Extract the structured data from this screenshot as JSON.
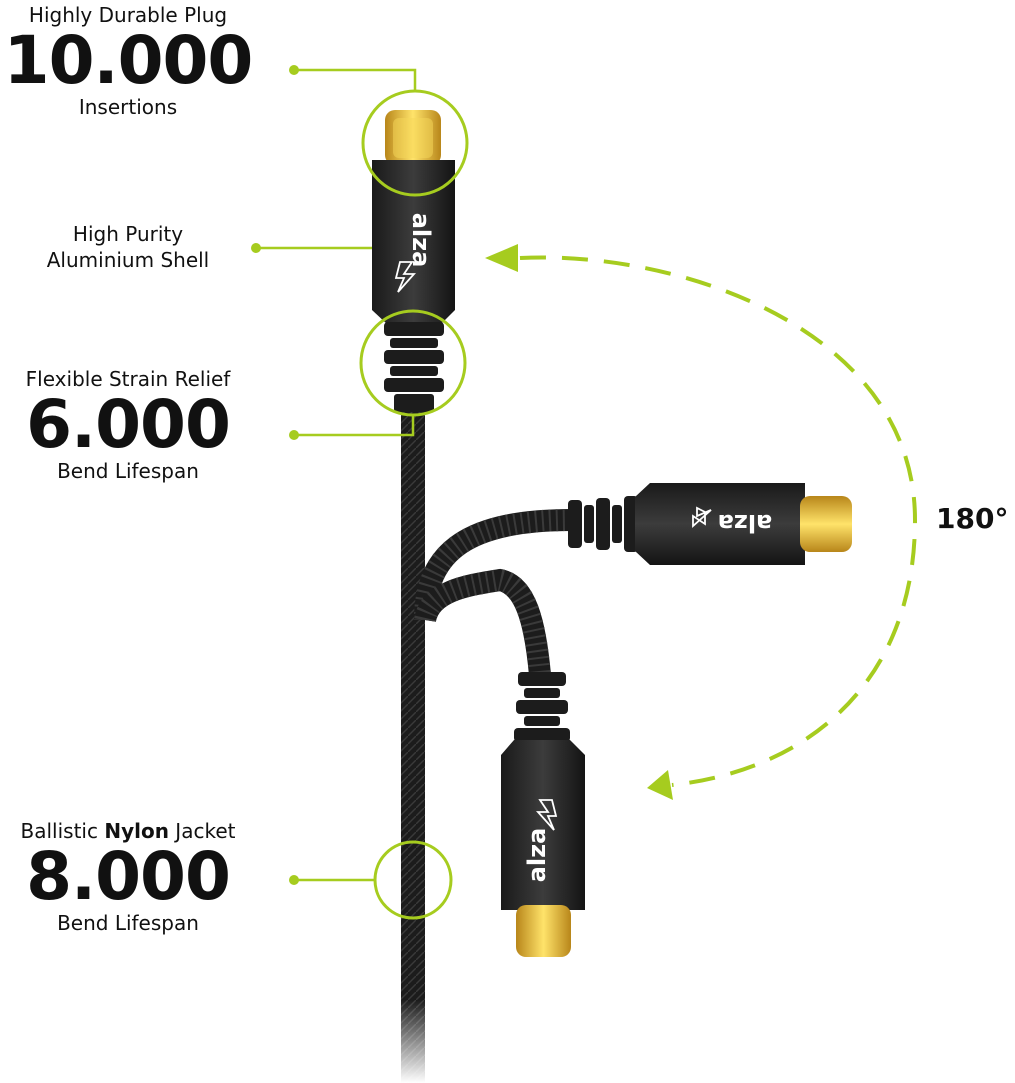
{
  "callouts": {
    "plug": {
      "label": "Highly Durable Plug",
      "value": "10.000",
      "unit": "Insertions"
    },
    "shell": {
      "line1": "High Purity",
      "line2": "Aluminium Shell"
    },
    "strain": {
      "label": "Flexible Strain Relief",
      "value": "6.000",
      "unit": "Bend Lifespan"
    },
    "jacket": {
      "label_pre": "Ballistic ",
      "label_bold": "Nylon",
      "label_post": " Jacket",
      "value": "8.000",
      "unit": "Bend Lifespan"
    }
  },
  "angle_label": "180°",
  "brand": {
    "logo_text": "alza",
    "colors": {
      "accent": "#a6cc1f",
      "connector": "#2a2a2a",
      "gold": "#e2bd39",
      "cable": "#1a1a1a"
    }
  }
}
